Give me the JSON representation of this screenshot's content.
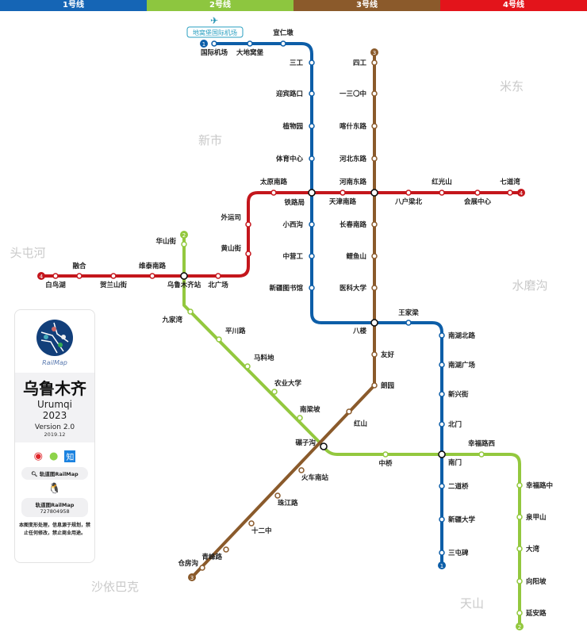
{
  "header": {
    "lines": [
      {
        "label": "1号线",
        "color": "#1565b5"
      },
      {
        "label": "2号线",
        "color": "#8dc63f"
      },
      {
        "label": "3号线",
        "color": "#8b5a2b"
      },
      {
        "label": "4号线",
        "color": "#e3141b"
      }
    ]
  },
  "airport_label": "地窝堡国际机场",
  "districts": [
    "新市",
    "米东",
    "头屯河",
    "水磨沟",
    "沙依巴克",
    "天山"
  ],
  "lines": [
    {
      "id": "1",
      "color": "#0d5ea8",
      "stations": [
        "国际机场",
        "大地窝堡",
        "宣仁墩",
        "三工",
        "迎宾路口",
        "植物园",
        "体育中心",
        "铁路局",
        "小西沟",
        "中营工",
        "新疆图书馆",
        "八楼",
        "王家梁",
        "南湖北路",
        "南湖广场",
        "新兴街",
        "北门",
        "南门",
        "二道桥",
        "新疆大学",
        "三屯碑"
      ]
    },
    {
      "id": "2",
      "color": "#93c83e",
      "stations": [
        "华山街",
        "乌鲁木齐站",
        "九家湾",
        "平川路",
        "马料地",
        "农业大学",
        "南梁坡",
        "碾子沟",
        "中桥",
        "南门",
        "幸福路西",
        "幸福路中",
        "泉甲山",
        "大湾",
        "向阳坡",
        "延安路"
      ]
    },
    {
      "id": "3",
      "color": "#8a5a2b",
      "stations": [
        "四工",
        "一三〇中",
        "喀什东路",
        "河北东路",
        "河南东路",
        "长春南路",
        "鲤鱼山",
        "医科大学",
        "八楼",
        "友好",
        "朗园",
        "红山",
        "碾子沟",
        "火车南站",
        "珠江路",
        "十二中",
        "青峰路",
        "仓房沟"
      ]
    },
    {
      "id": "4",
      "color": "#c4161c",
      "stations": [
        "白鸟湖",
        "融合",
        "贺兰山街",
        "维泰南路",
        "乌鲁木齐站",
        "北广场",
        "黄山街",
        "外运司",
        "太原南路",
        "铁路局",
        "天津南路",
        "河南东路",
        "八户梁北",
        "红光山",
        "会展中心",
        "七道湾"
      ]
    }
  ],
  "card": {
    "brand": "RailMap",
    "city_cn": "乌鲁木齐",
    "city_en": "Urumqi",
    "year": "2023",
    "version": "Version 2.0",
    "date": "2019.12",
    "weibo_icon": "weibo-icon",
    "wechat_icon": "wechat-icon",
    "zhihu_icon": "zhihu-icon",
    "zhihu_glyph": "知",
    "search_label": "轨道图RailMap",
    "qq_name": "轨道图RailMap",
    "qq_number": "727804958",
    "note": "本图变形处理，信息源于规划，禁止任何修改，禁止商业用途。"
  }
}
